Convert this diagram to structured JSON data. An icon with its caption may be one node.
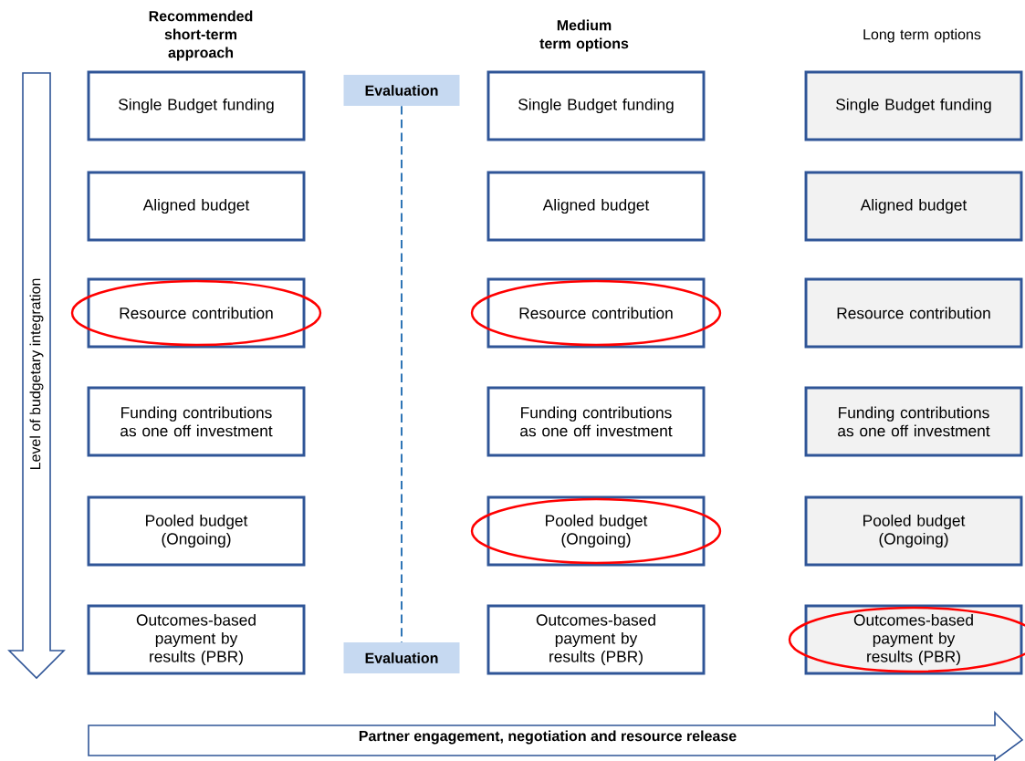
{
  "diagram": {
    "nodes": [
      {
        "text": [
          "Level of budgetary integration"
        ]
      },
      {
        "text": [
          "Single Budget funding"
        ]
      },
      {
        "text": [
          "Aligned budget"
        ]
      },
      {
        "text": [
          "Resource contribution"
        ]
      },
      {
        "text": [
          "Funding contributions as one off investment"
        ]
      },
      {
        "text": [
          "Pooled budget (Ongoing)"
        ]
      },
      {
        "text": [
          "Outcomes-based payment by results (PBR)"
        ]
      },
      {
        "text": [
          "Evaluation"
        ]
      },
      {
        "text": [
          "Evaluation"
        ]
      },
      {
        "text": [
          "Single Budget funding"
        ]
      },
      {
        "text": [
          "Aligned budget"
        ]
      },
      {
        "text": [
          "Resource contribution"
        ]
      },
      {
        "text": [
          "Funding contributions as one off investment"
        ]
      },
      {
        "text": [
          "Pooled budget (Ongoing)"
        ]
      },
      {
        "text": [
          "Outcomes-based payment by results (PBR)"
        ]
      },
      {
        "text": [
          "Single Budget funding"
        ]
      },
      {
        "text": [
          "Aligned budget"
        ]
      },
      {
        "text": [
          "Resource contribution"
        ]
      },
      {
        "text": [
          "Funding contributions as one off investment"
        ]
      },
      {
        "text": [
          "Pooled budget (Ongoing)"
        ]
      },
      {
        "text": [
          "Outcomes-based payment by results (PBR)"
        ]
      },
      {
        "text": [
          "Partner engagement, negotiation and resource release"
        ]
      },
      {
        "text": [],
        "shape": "ellipse"
      },
      {
        "text": [],
        "shape": "ellipse"
      },
      {
        "text": [],
        "shape": "ellipse"
      },
      {
        "text": [],
        "shape": "ellipse"
      }
    ],
    "edges": [
      {
        "from": 7,
        "to": 8,
        "arrow": "none",
        "style": "dashed",
        "color": "#2e75b6"
      }
    ],
    "labels": [
      "Recommended short-term approach",
      "Medium term options",
      "Long term options"
    ]
  }
}
